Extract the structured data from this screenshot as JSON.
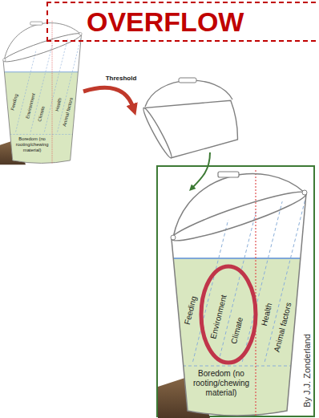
{
  "diagram": {
    "nodes": [
      {
        "text": [
          "OVERFLOW"
        ]
      }
    ],
    "labels": [
      "Feeding",
      "Environment",
      "Climate",
      "Health",
      "Animal factors",
      "Boredom (no rooting/chewing material)",
      "Threshold",
      "Feeding",
      "Environment",
      "Climate",
      "Health",
      "Animal factors",
      "Boredom (no rooting/chewing material)",
      "By J.J. Zonderland"
    ]
  }
}
